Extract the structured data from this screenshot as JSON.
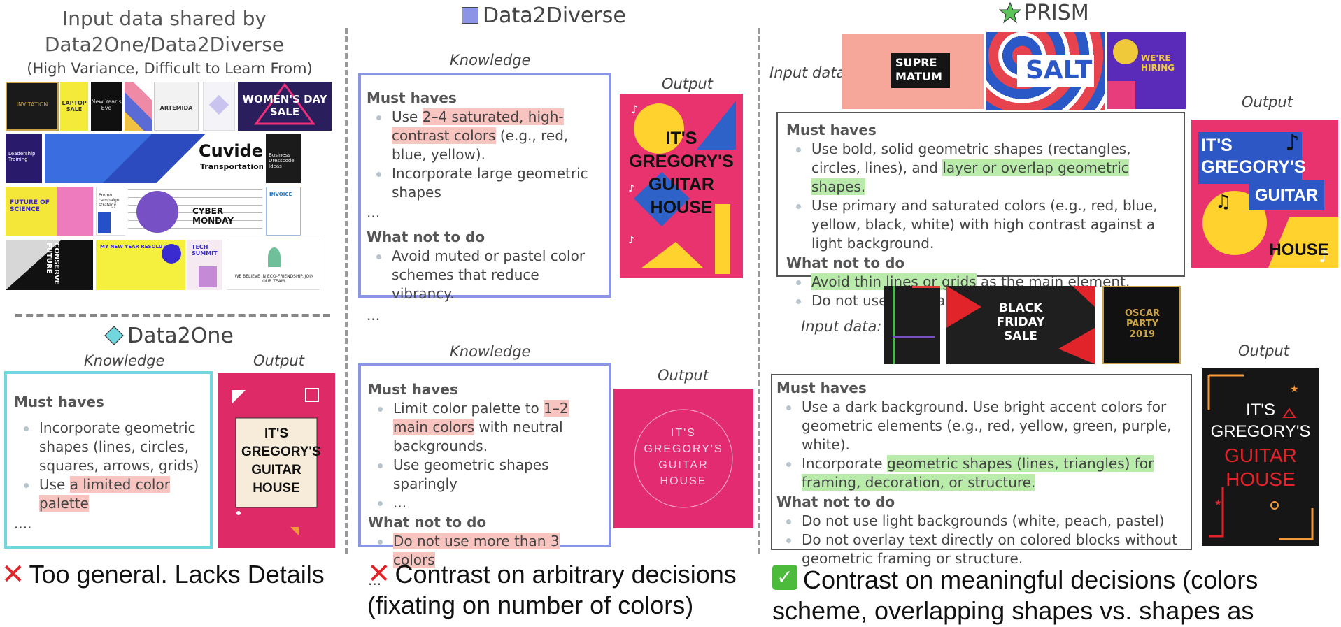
{
  "left": {
    "shared_title": "Input data shared by Data2One/Data2Diverse",
    "shared_subtitle": "(High Variance, Difficult to Learn From)",
    "thumbs": [
      "INVITATION",
      "LAPTOP SALE",
      "New Year's Eve",
      "ARTEMIDA",
      "WOMEN'S DAY SALE",
      "Leadership Training",
      "Cuvide",
      "Transportation",
      "Business Dresscode Ideas",
      "FUTURE OF SCIENCE",
      "Promo campaign strategy",
      "CYBER MONDAY",
      "INVOICE",
      "CONSERVE FUTURE",
      "MY NEW YEAR RESOLUTIONS",
      "TECH SUMMIT",
      "WE BELIEVE IN ECO-FRIENDSHIP. JOIN OUR TEAM."
    ],
    "data2one": {
      "title": "Data2One",
      "knowledge_label": "Knowledge",
      "output_label": "Output",
      "must_haves": "Must haves",
      "item1": "Incorporate geometric shapes (lines, circles, squares, arrows, grids)",
      "item2_pre": "Use ",
      "item2_hl": "a limited color palette",
      "ellipsis": "....",
      "poster": "IT'S GREGORY'S GUITAR HOUSE"
    },
    "verdict": "Too general. Lacks Details"
  },
  "middle": {
    "title": "Data2Diverse",
    "top": {
      "knowledge_label": "Knowledge",
      "output_label": "Output",
      "must_haves": "Must haves",
      "i1_pre": "Use ",
      "i1_hl": "2–4 saturated, high-contrast colors",
      "i1_post": " (e.g., red, blue, yellow).",
      "i2": "Incorporate large geometric shapes",
      "dots1": "...",
      "not": "What not to do",
      "n1": "Avoid muted or pastel color schemes that reduce vibrancy.",
      "dots2": "...",
      "poster": "IT'S GREGORY'S GUITAR HOUSE"
    },
    "bottom": {
      "knowledge_label": "Knowledge",
      "output_label": "Output",
      "must_haves": "Must haves",
      "i1_pre": "Limit color palette to ",
      "i1_hl": "1–2 main colors",
      "i1_post": " with neutral backgrounds.",
      "i2": "Use geometric shapes sparingly",
      "i3": "...",
      "not": "What not to do",
      "n1": "Do not use more than 3 colors",
      "dots": "...",
      "poster": "IT'S GREGORY'S GUITAR HOUSE"
    },
    "verdict": "Contrast on arbitrary decisions (fixating on number of colors)"
  },
  "right": {
    "title": "PRISM",
    "top": {
      "input_label": "Input data:",
      "output_label": "Output",
      "thumbs": [
        "SUPRE MATUM",
        "SALT",
        "WE'RE HIRING"
      ],
      "must_haves": "Must haves",
      "i1_pre": "Use bold, solid geometric shapes (rectangles, circles, lines), and ",
      "i1_hl": "layer or overlap geometric shapes.",
      "i2": "Use primary and saturated colors (e.g., red, blue, yellow, black, white) with high contrast against a light background.",
      "not": "What not to do",
      "n1_hl": "Avoid thin lines or grids",
      "n1_post": " as the main element.",
      "n2": "Do not use transparent overlays.",
      "poster_top": "IT'S GREGORY'S",
      "poster_mid": "GUITAR",
      "poster_bot": "HOUSE"
    },
    "bottom": {
      "input_label": "Input data:",
      "output_label": "Output",
      "thumbs": [
        "BLACK FRIDAY SALE",
        "OSCAR PARTY 2019"
      ],
      "must_haves": "Must haves",
      "i1": "Use a dark background. Use bright accent colors for geometric elements (e.g., red, yellow, green, purple, white).",
      "i2_pre": "Incorporate ",
      "i2_hl": "geometric shapes (lines, triangles) for framing, decoration, or structure.",
      "not": "What not to do",
      "n1": "Do not use light backgrounds (white, peach, pastel)",
      "n2": "Do not overlay text directly on colored blocks without geometric framing or structure.",
      "poster_top": "IT'S GREGORY'S",
      "poster_bot": "GUITAR HOUSE"
    },
    "verdict": "Contrast on meaningful decisions (colors scheme, overlapping shapes vs. shapes as frames)"
  },
  "icons": {
    "cross": "cross-mark-icon",
    "check": "check-mark-icon",
    "diamond": "diamond-icon",
    "square": "square-icon",
    "star": "star-icon"
  },
  "colors": {
    "data2one_box": "#6fd7dd",
    "data2diverse_box": "#8c94e6",
    "prism_box": "#555555",
    "red_highlight": "#f7c4c0",
    "green_highlight": "#b9ecab",
    "pink": "#e8336f"
  }
}
